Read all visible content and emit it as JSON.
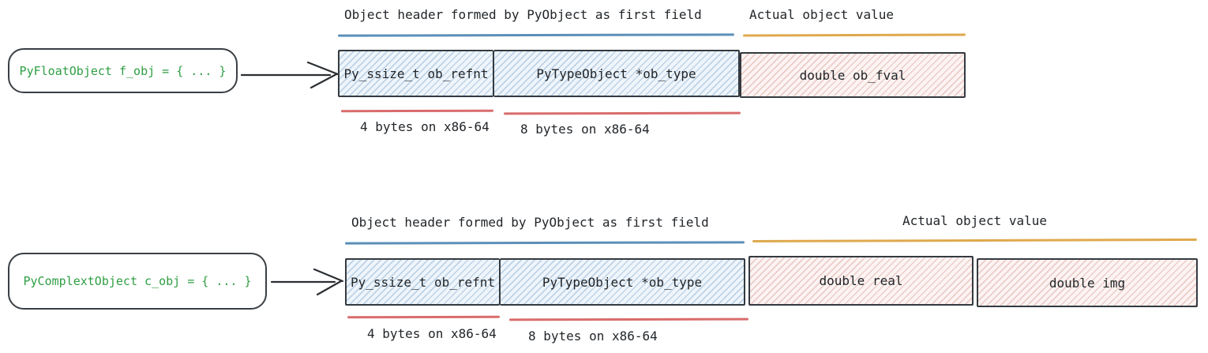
{
  "diagram": {
    "title_semantics": "CPython object memory layout: PyFloatObject vs PyComplexObject",
    "rows": [
      {
        "source_label": "PyFloatObject f_obj = { ... }",
        "header_section_label": "Object header formed by PyObject as first field",
        "value_section_label": "Actual object value",
        "header_fields": [
          "Py_ssize_t ob_refnt",
          "PyTypeObject *ob_type"
        ],
        "value_fields": [
          "double ob_fval"
        ],
        "size_note_4": "4 bytes on x86-64",
        "size_note_8": "8 bytes on x86-64"
      },
      {
        "source_label": "PyComplextObject c_obj = { ... }",
        "header_section_label": "Object header formed by PyObject as first field",
        "value_section_label": "Actual object value",
        "header_fields": [
          "Py_ssize_t ob_refnt",
          "PyTypeObject *ob_type"
        ],
        "value_fields": [
          "double real",
          "double img"
        ],
        "size_note_4": "4 bytes on x86-64",
        "size_note_8": "8 bytes on x86-64"
      }
    ],
    "colors": {
      "source_code_text": "#2f9e44",
      "header_underline": "#5b8fb9",
      "value_underline": "#dfa94e",
      "size_underline": "#d96c6c",
      "box_border": "#343a40",
      "header_box_fill": "#eef5fb",
      "value_box_fill": "#fbf4f2",
      "text": "#22262a"
    }
  }
}
